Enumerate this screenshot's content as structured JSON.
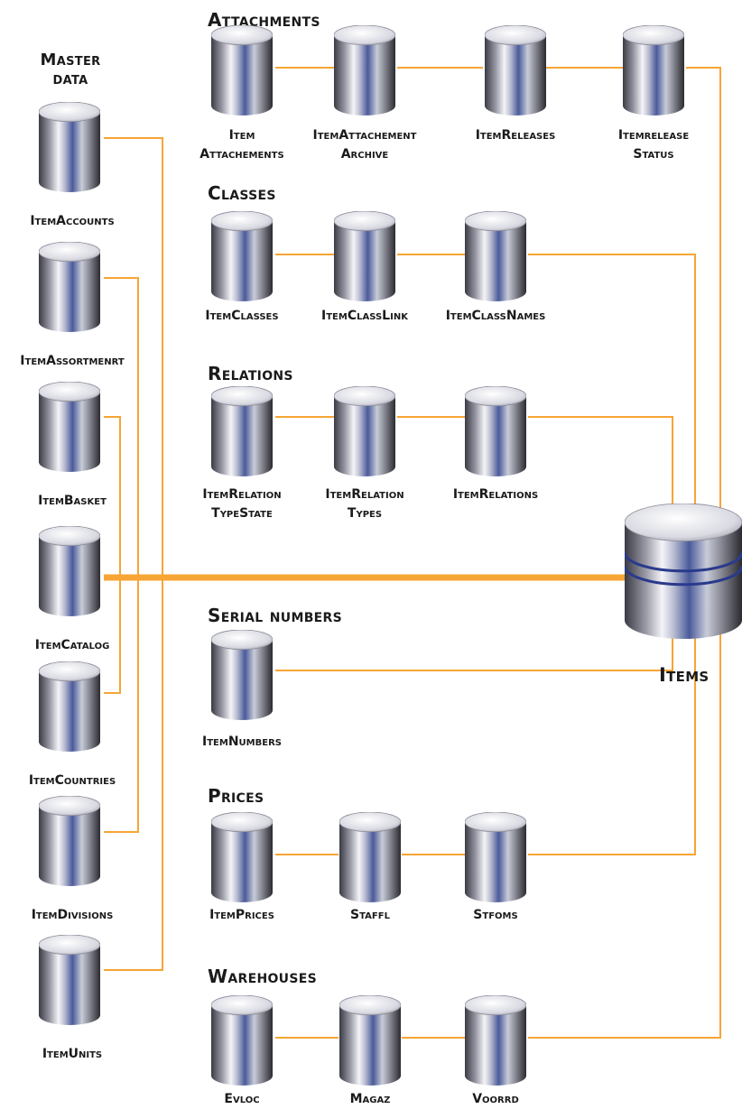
{
  "diagram": {
    "hub": {
      "name": "Items"
    },
    "groups": {
      "master": {
        "title": "Master data",
        "tables": [
          "ItemAccounts",
          "ItemAssortmenrt",
          "ItemBasket",
          "ItemCatalog",
          "ItemCountries",
          "ItemDivisions",
          "ItemUnits"
        ]
      },
      "attachments": {
        "title": "Attachments",
        "tables": [
          "Item\nAttachements",
          "ItemAttachement\nArchive",
          "ItemReleases",
          "Itemrelease\nStatus"
        ]
      },
      "classes": {
        "title": "Classes",
        "tables": [
          "ItemClasses",
          "ItemClassLink",
          "ItemClassNames"
        ]
      },
      "relations": {
        "title": "Relations",
        "tables": [
          "ItemRelation\nTypeState",
          "ItemRelation\nTypes",
          "ItemRelations"
        ]
      },
      "serial": {
        "title": "Serial numbers",
        "tables": [
          "ItemNumbers"
        ]
      },
      "prices": {
        "title": "Prices",
        "tables": [
          "ItemPrices",
          "Staffl",
          "Stfoms"
        ]
      },
      "warehouses": {
        "title": "Warehouses",
        "tables": [
          "Evloc",
          "Magaz",
          "Voorrd"
        ]
      }
    },
    "colors": {
      "connector": "#f7a535",
      "cylinder_light": "#ffffff",
      "cylinder_dark": "#3a3a44",
      "cylinder_accent": "#2a3a8c"
    }
  }
}
